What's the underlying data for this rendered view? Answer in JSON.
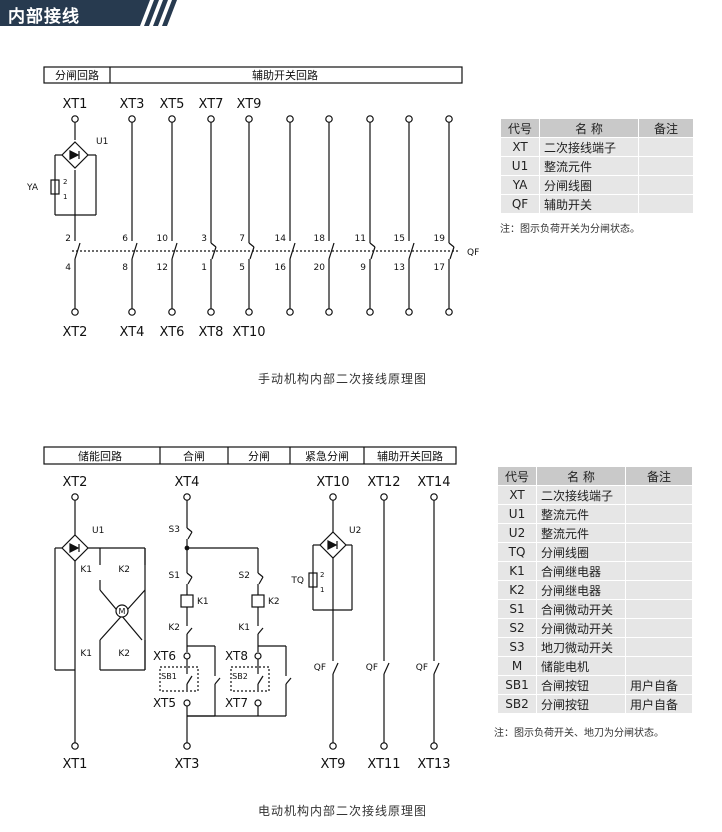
{
  "header": {
    "title": "内部接线"
  },
  "manual": {
    "sections": [
      "分闸回路",
      "辅助开关回路"
    ],
    "top_terminals": [
      "XT1",
      "XT3",
      "XT5",
      "XT7",
      "XT9"
    ],
    "bottom_terminals": [
      "XT2",
      "XT4",
      "XT6",
      "XT8",
      "XT10"
    ],
    "upper_numbers": [
      "2",
      "6",
      "10",
      "3",
      "7",
      "14",
      "18",
      "11",
      "15",
      "19"
    ],
    "lower_numbers": [
      "4",
      "8",
      "12",
      "1",
      "5",
      "16",
      "20",
      "9",
      "13",
      "17"
    ],
    "u1": "U1",
    "ya": "YA",
    "qf": "QF",
    "pin2": "2",
    "pin1": "1",
    "caption": "手动机构内部二次接线原理图",
    "legend": {
      "headers": [
        "代号",
        "名 称",
        "备注"
      ],
      "rows": [
        [
          "XT",
          "二次接线端子",
          ""
        ],
        [
          "U1",
          "整流元件",
          ""
        ],
        [
          "YA",
          "分闸线圈",
          ""
        ],
        [
          "QF",
          "辅助开关",
          ""
        ]
      ],
      "note": "注：图示负荷开关为分闸状态。"
    }
  },
  "electric": {
    "sections": [
      "储能回路",
      "合闸",
      "分闸",
      "紧急分闸",
      "辅助开关回路"
    ],
    "top_terminals": [
      "XT2",
      "XT4",
      "XT10",
      "XT12",
      "XT14"
    ],
    "bottom_terminals": [
      "XT1",
      "XT3",
      "XT9",
      "XT11",
      "XT13"
    ],
    "labels": {
      "u1": "U1",
      "u2": "U2",
      "k1": "K1",
      "k2": "K2",
      "m": "M",
      "s1": "S1",
      "s2": "S2",
      "s3": "S3",
      "xt6": "XT6",
      "xt5": "XT5",
      "xt8": "XT8",
      "xt7": "XT7",
      "sb1": "SB1",
      "sb2": "SB2",
      "tq": "TQ",
      "qf": "QF",
      "pin2": "2",
      "pin1": "1"
    },
    "caption": "电动机构内部二次接线原理图",
    "legend": {
      "headers": [
        "代号",
        "名 称",
        "备注"
      ],
      "rows": [
        [
          "XT",
          "二次接线端子",
          ""
        ],
        [
          "U1",
          "整流元件",
          ""
        ],
        [
          "U2",
          "整流元件",
          ""
        ],
        [
          "TQ",
          "分闸线圈",
          ""
        ],
        [
          "K1",
          "合闸继电器",
          ""
        ],
        [
          "K2",
          "分闸继电器",
          ""
        ],
        [
          "S1",
          "合闸微动开关",
          ""
        ],
        [
          "S2",
          "分闸微动开关",
          ""
        ],
        [
          "S3",
          "地刀微动开关",
          ""
        ],
        [
          "M",
          "储能电机",
          ""
        ],
        [
          "SB1",
          "合闸按钮",
          "用户自备"
        ],
        [
          "SB2",
          "分闸按钮",
          "用户自备"
        ]
      ],
      "note": "注：图示负荷开关、地刀为分闸状态。"
    }
  }
}
